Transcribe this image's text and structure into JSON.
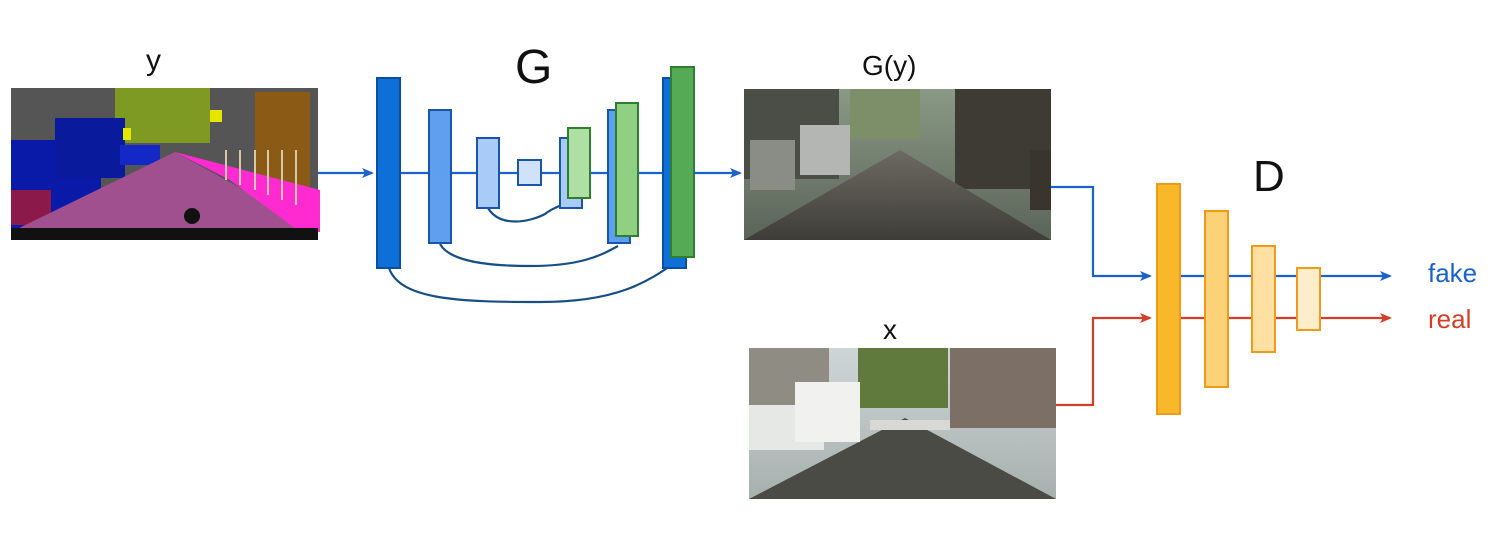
{
  "labels": {
    "input_seg": "y",
    "generator": "G",
    "generated": "G(y)",
    "discriminator": "D",
    "real_image": "x",
    "output_fake": "fake",
    "output_real": "real"
  },
  "colors": {
    "generator_encoder": "#1a6fd6",
    "generator_decoder": "#4aa04a",
    "discriminator": "#f7b731",
    "fake_path": "#1a62c9",
    "real_path": "#d23f26",
    "skip_connection": "#174f85"
  },
  "images": {
    "segmentation_map": "street-scene-segmentation-map",
    "generated_photo": "generated-street-photo",
    "real_photo": "real-street-photo"
  }
}
